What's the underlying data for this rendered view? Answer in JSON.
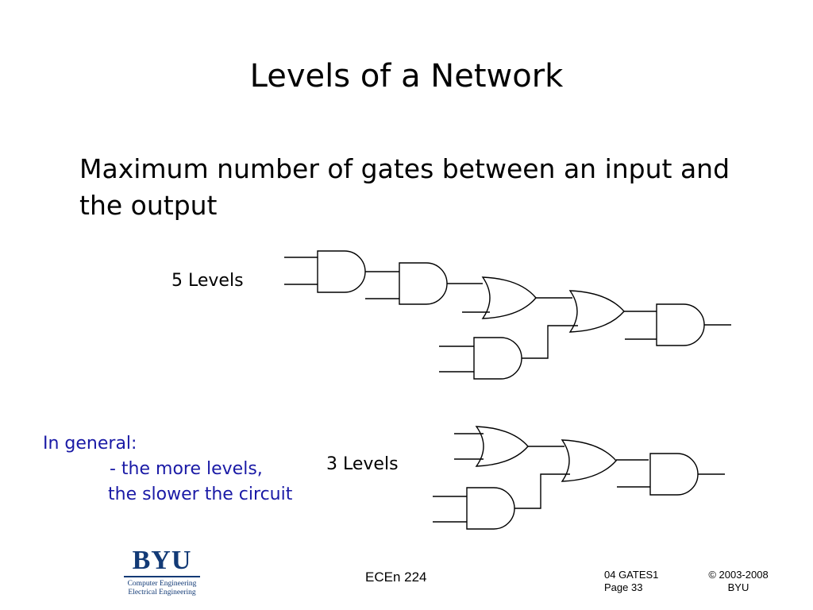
{
  "slide": {
    "title": "Levels of a Network",
    "bullet": "Maximum number of gates between an input and the output",
    "diagram_top_label": "5 Levels",
    "diagram_bottom_label": "3 Levels",
    "note_heading": "In general:",
    "note_line_1": "- the more levels,",
    "note_line_2": "the slower the circuit",
    "note_color": "#1a1aa6",
    "gate_icons": [
      "and-gate-icon",
      "or-gate-icon"
    ]
  },
  "footer": {
    "logo_word": "BYU",
    "logo_line_1": "Computer Engineering",
    "logo_line_2": "Electrical Engineering",
    "brand_color": "#123a76",
    "course": "ECEn 224",
    "deck_name": "04 GATES1",
    "page": "Page 33",
    "copyright": "© 2003-2008",
    "copyright_org": "BYU"
  }
}
